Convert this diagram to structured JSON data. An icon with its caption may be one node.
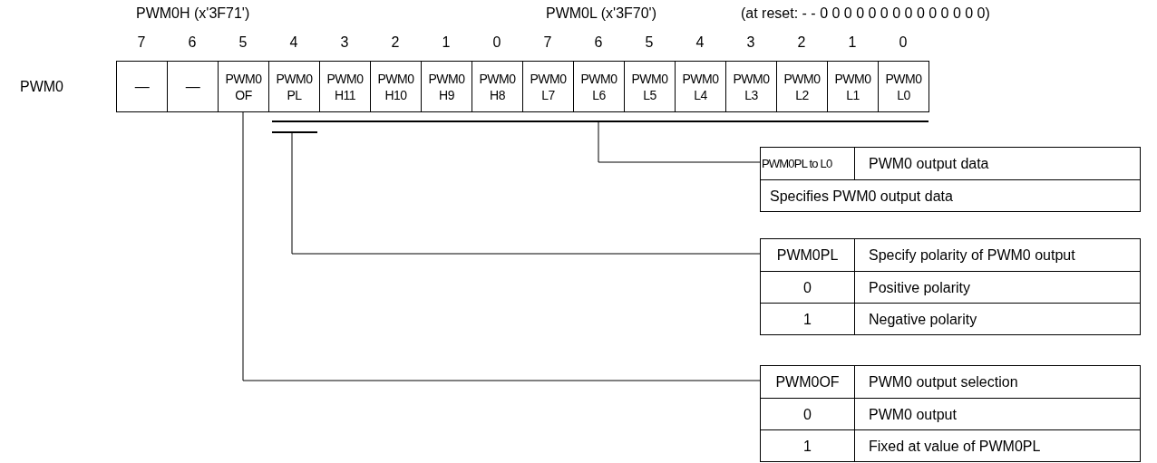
{
  "diagram": {
    "nodes": [
      {
        "text": [
          "—"
        ]
      },
      {
        "text": [
          "—"
        ]
      },
      {
        "text": [
          "PWM0 OF"
        ]
      },
      {
        "text": [
          "PWM0 PL"
        ]
      },
      {
        "text": [
          "PWM0 H11"
        ]
      },
      {
        "text": [
          "PWM0 H10"
        ]
      },
      {
        "text": [
          "PWM0 H9"
        ]
      },
      {
        "text": [
          "PWM0 H8"
        ]
      },
      {
        "text": [
          "PWM0 L7"
        ]
      },
      {
        "text": [
          "PWM0 L6"
        ]
      },
      {
        "text": [
          "PWM0 L5"
        ]
      },
      {
        "text": [
          "PWM0 L4"
        ]
      },
      {
        "text": [
          "PWM0 L3"
        ]
      },
      {
        "text": [
          "PWM0 L2"
        ]
      },
      {
        "text": [
          "PWM0 L1"
        ]
      },
      {
        "text": [
          "PWM0 L0"
        ]
      },
      {
        "text": [],
        "shape": "bar"
      },
      {
        "text": [],
        "shape": "bar"
      },
      {
        "text": [
          "PWM0PL to L0",
          "PWM0 output data",
          "Specifies PWM0 output data"
        ]
      },
      {
        "text": [
          "PWM0PL",
          "Specify polarity of PWM0 output",
          "0",
          "Positive polarity",
          "1",
          "Negative polarity"
        ]
      },
      {
        "text": [
          "PWM0OF",
          "PWM0 output selection",
          "0",
          "PWM0 output",
          "1",
          "Fixed at value of PWM0PL"
        ]
      }
    ],
    "edges": [
      {
        "from": 18,
        "to": 16,
        "arrow": "none"
      },
      {
        "from": 19,
        "to": 17,
        "arrow": "none"
      },
      {
        "from": 20,
        "to": 2,
        "arrow": "none"
      }
    ],
    "labels": [
      "PWM0H (x'3F71')",
      "PWM0L (x'3F70')",
      "(at reset: - - 0 0 0 0 0 0 0 0 0 0 0 0 0 0)",
      "7",
      "6",
      "5",
      "4",
      "3",
      "2",
      "1",
      "0",
      "7",
      "6",
      "5",
      "4",
      "3",
      "2",
      "1",
      "0",
      "PWM0"
    ]
  }
}
